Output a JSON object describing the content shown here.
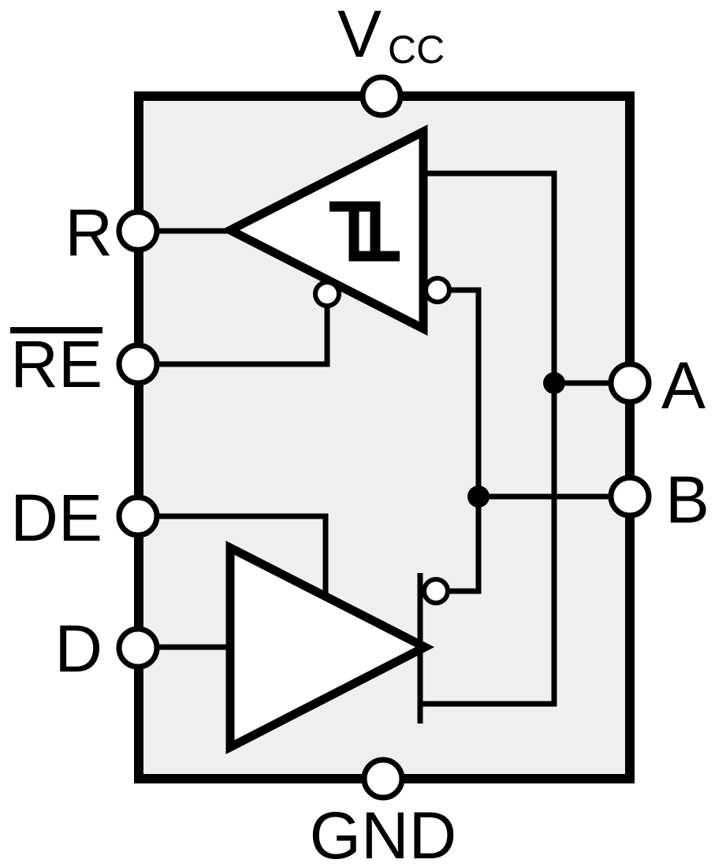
{
  "diagram": {
    "box_fill": "#efefef",
    "line_color": "#000000",
    "labels": {
      "vcc_main": "V",
      "vcc_sub": "CC",
      "gnd": "GND",
      "r": "R",
      "re": "RE",
      "de": "DE",
      "d": "D",
      "a": "A",
      "b": "B"
    }
  }
}
